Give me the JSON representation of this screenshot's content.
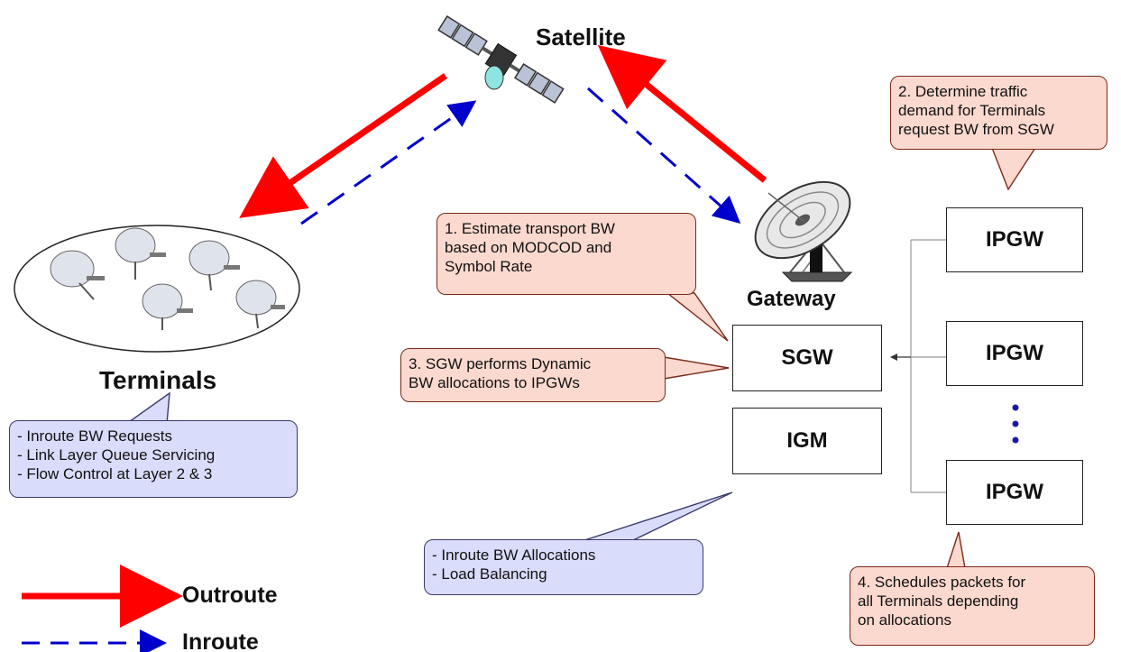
{
  "labels": {
    "satellite": "Satellite",
    "gateway": "Gateway",
    "terminals": "Terminals"
  },
  "boxes": {
    "sgw": "SGW",
    "igm": "IGM",
    "ipgw1": "IPGW",
    "ipgw2": "IPGW",
    "ipgw3": "IPGW"
  },
  "callouts": {
    "estimate": [
      "1. Estimate transport BW",
      "based on MODCOD and",
      "Symbol Rate"
    ],
    "determine": [
      "2. Determine traffic",
      "demand for Terminals",
      "request  BW from SGW"
    ],
    "sgw_performs": [
      "3. SGW performs Dynamic",
      "BW allocations to IPGWs"
    ],
    "schedules": [
      "4. Schedules packets for",
      "all Terminals depending",
      "on allocations"
    ],
    "terminals_info": [
      "- Inroute BW Requests",
      "- Link Layer Queue Servicing",
      "- Flow Control at Layer 2 & 3"
    ],
    "igm_info": [
      "- Inroute BW Allocations",
      "- Load Balancing"
    ]
  },
  "legend": {
    "outroute": "Outroute",
    "inroute": "Inroute"
  },
  "colors": {
    "outroute": "#ff0000",
    "inroute": "#0000cc",
    "pink_callout": "#fbd9cf",
    "blue_callout": "#d9dcfb"
  }
}
